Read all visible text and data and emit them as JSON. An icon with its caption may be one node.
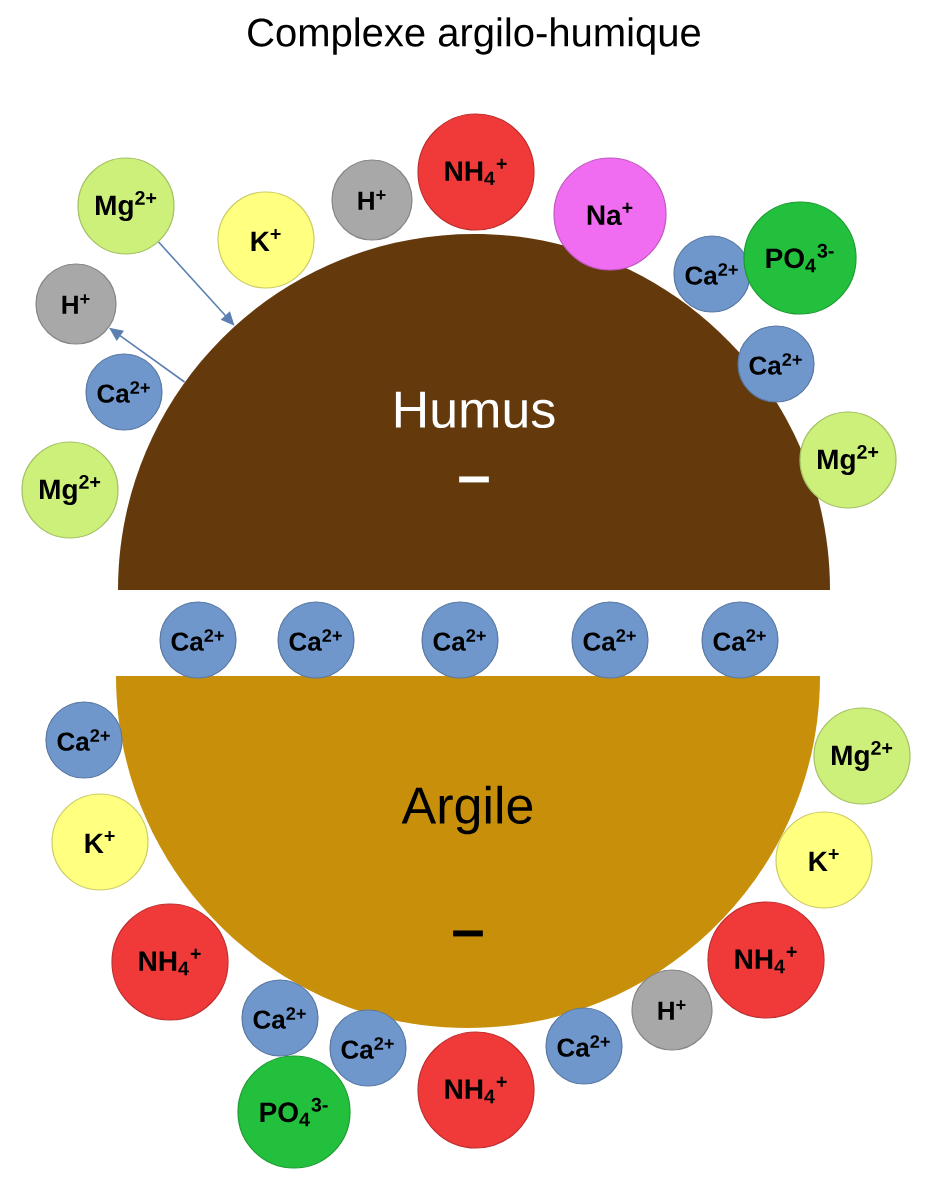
{
  "diagram": {
    "title": "Complexe argilo-humique",
    "nodes": [
      {
        "text": [
          "Humus",
          "–"
        ]
      },
      {
        "text": [
          "Argile",
          "–"
        ]
      },
      {
        "text": [
          "Mg$^{2+}$"
        ]
      },
      {
        "text": [
          "K$^{+}$"
        ]
      },
      {
        "text": [
          "H$^{+}$"
        ]
      },
      {
        "text": [
          "NH$_{4}$$^{+}$"
        ]
      },
      {
        "text": [
          "Na$^{+}$"
        ]
      },
      {
        "text": [
          "Ca$^{2+}$"
        ]
      },
      {
        "text": [
          "PO$_{4}$$^{3-}$"
        ]
      },
      {
        "text": [
          "H$^{+}$"
        ]
      },
      {
        "text": [
          "Ca$^{2+}$"
        ]
      },
      {
        "text": [
          "Ca$^{2+}$"
        ]
      },
      {
        "text": [
          "Mg$^{2+}$"
        ]
      },
      {
        "text": [
          "Mg$^{2+}$"
        ]
      },
      {
        "text": [
          "Ca$^{2+}$"
        ]
      },
      {
        "text": [
          "Ca$^{2+}$"
        ]
      },
      {
        "text": [
          "Ca$^{2+}$"
        ]
      },
      {
        "text": [
          "Ca$^{2+}$"
        ]
      },
      {
        "text": [
          "Ca$^{2+}$"
        ]
      },
      {
        "text": [
          "Ca$^{2+}$"
        ]
      },
      {
        "text": [
          "Mg$^{2+}$"
        ]
      },
      {
        "text": [
          "K$^{+}$"
        ]
      },
      {
        "text": [
          "K$^{+}$"
        ]
      },
      {
        "text": [
          "NH$_{4}$$^{+}$"
        ]
      },
      {
        "text": [
          "NH$_{4}$$^{+}$"
        ]
      },
      {
        "text": [
          "H$^{+}$"
        ]
      },
      {
        "text": [
          "Ca$^{2+}$"
        ]
      },
      {
        "text": [
          "Ca$^{2+}$"
        ]
      },
      {
        "text": [
          "Ca$^{2+}$"
        ]
      },
      {
        "text": [
          "NH$_{4}$$^{+}$"
        ]
      },
      {
        "text": [
          "PO$_{4}$$^{3-}$"
        ]
      }
    ],
    "edges": [
      {
        "from": 2,
        "to": 0,
        "arrow": "to"
      },
      {
        "from": 0,
        "to": 9,
        "arrow": "to"
      }
    ]
  }
}
